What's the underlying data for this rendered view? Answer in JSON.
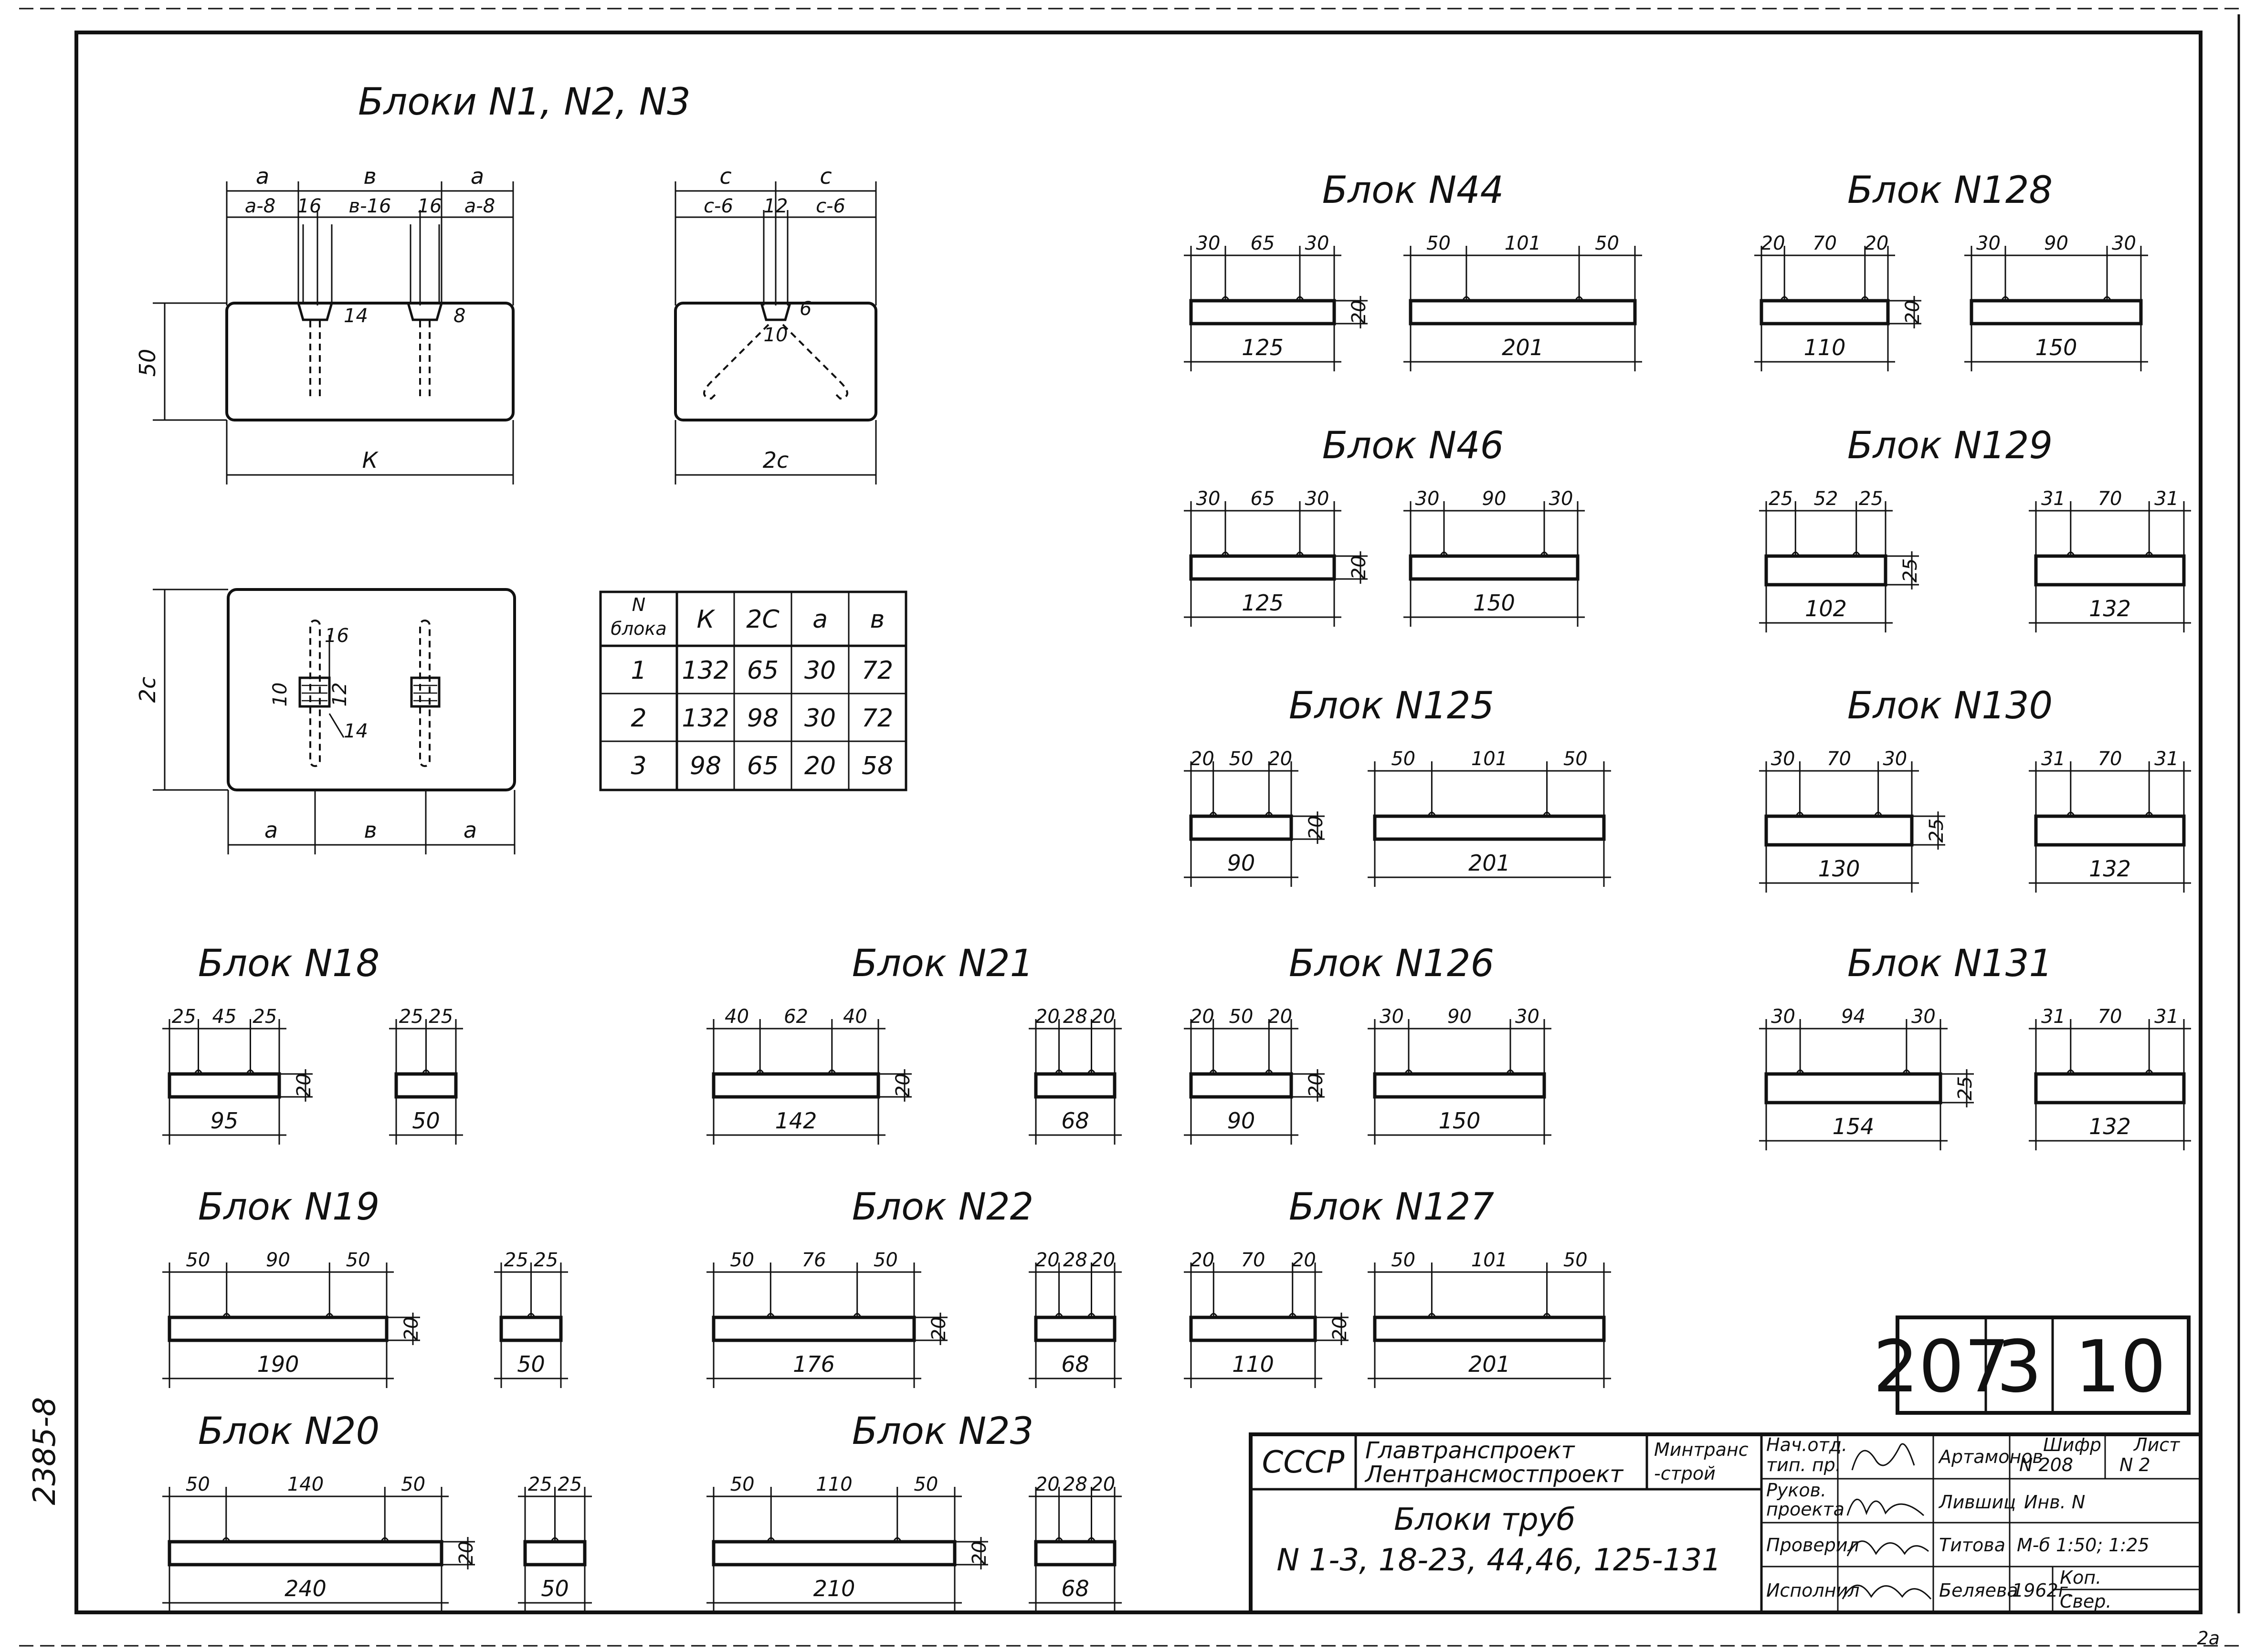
{
  "sheet": {
    "title": "Блоки N1, N2, N3",
    "side_number": "2385-8",
    "corner_mark": "2а"
  },
  "main_view": {
    "top_dims": [
      "а",
      "в",
      "а"
    ],
    "sub_dims": [
      "а-8",
      "16",
      "в-16",
      "16",
      "а-8"
    ],
    "height": "50",
    "length": "К",
    "slot_label": "14",
    "slot_depth": "8"
  },
  "side_view": {
    "top_dims": [
      "с",
      "с"
    ],
    "sub_dims": [
      "с-6",
      "12",
      "с-6"
    ],
    "slot_label": "10",
    "slot_depth": "6",
    "width": "2с"
  },
  "plan_view": {
    "depth": "2с",
    "bottom_dims": [
      "а",
      "в",
      "а"
    ],
    "labels": [
      "16",
      "10",
      "12",
      "14"
    ]
  },
  "block_table": {
    "header_1": "N",
    "header_1b": "блока",
    "columns": [
      "К",
      "2С",
      "а",
      "в"
    ],
    "rows": [
      [
        "1",
        "132",
        "65",
        "30",
        "72"
      ],
      [
        "2",
        "132",
        "98",
        "30",
        "72"
      ],
      [
        "3",
        "98",
        "65",
        "20",
        "58"
      ]
    ]
  },
  "blocks": [
    {
      "id": "b18",
      "title": "Блок N18",
      "views": [
        {
          "top": [
            "25",
            "45",
            "25"
          ],
          "bottom": "95",
          "height": "20"
        },
        {
          "top": [
            "25",
            "25"
          ],
          "bottom": "50",
          "height": ""
        }
      ]
    },
    {
      "id": "b19",
      "title": "Блок N19",
      "views": [
        {
          "top": [
            "50",
            "90",
            "50"
          ],
          "bottom": "190",
          "height": "20"
        },
        {
          "top": [
            "25",
            "25"
          ],
          "bottom": "50",
          "height": ""
        }
      ]
    },
    {
      "id": "b20",
      "title": "Блок N20",
      "views": [
        {
          "top": [
            "50",
            "140",
            "50"
          ],
          "bottom": "240",
          "height": "20"
        },
        {
          "top": [
            "25",
            "25"
          ],
          "bottom": "50",
          "height": ""
        }
      ]
    },
    {
      "id": "b21",
      "title": "Блок N21",
      "views": [
        {
          "top": [
            "40",
            "62",
            "40"
          ],
          "bottom": "142",
          "height": "20"
        },
        {
          "top": [
            "20",
            "28",
            "20"
          ],
          "bottom": "68",
          "height": ""
        }
      ]
    },
    {
      "id": "b22",
      "title": "Блок N22",
      "views": [
        {
          "top": [
            "50",
            "76",
            "50"
          ],
          "bottom": "176",
          "height": "20"
        },
        {
          "top": [
            "20",
            "28",
            "20"
          ],
          "bottom": "68",
          "height": ""
        }
      ]
    },
    {
      "id": "b23",
      "title": "Блок N23",
      "views": [
        {
          "top": [
            "50",
            "110",
            "50"
          ],
          "bottom": "210",
          "height": "20"
        },
        {
          "top": [
            "20",
            "28",
            "20"
          ],
          "bottom": "68",
          "height": ""
        }
      ]
    },
    {
      "id": "b44",
      "title": "Блок N44",
      "views": [
        {
          "top": [
            "30",
            "65",
            "30"
          ],
          "bottom": "125",
          "height": "20"
        },
        {
          "top": [
            "50",
            "101",
            "50"
          ],
          "bottom": "201",
          "height": ""
        }
      ]
    },
    {
      "id": "b46",
      "title": "Блок N46",
      "views": [
        {
          "top": [
            "30",
            "65",
            "30"
          ],
          "bottom": "125",
          "height": "20"
        },
        {
          "top": [
            "30",
            "90",
            "30"
          ],
          "bottom": "150",
          "height": ""
        }
      ]
    },
    {
      "id": "b125",
      "title": "Блок N125",
      "views": [
        {
          "top": [
            "20",
            "50",
            "20"
          ],
          "bottom": "90",
          "height": "20"
        },
        {
          "top": [
            "50",
            "101",
            "50"
          ],
          "bottom": "201",
          "height": ""
        }
      ]
    },
    {
      "id": "b126",
      "title": "Блок N126",
      "views": [
        {
          "top": [
            "20",
            "50",
            "20"
          ],
          "bottom": "90",
          "height": "20"
        },
        {
          "top": [
            "30",
            "90",
            "30"
          ],
          "bottom": "150",
          "height": ""
        }
      ]
    },
    {
      "id": "b127",
      "title": "Блок N127",
      "views": [
        {
          "top": [
            "20",
            "70",
            "20"
          ],
          "bottom": "110",
          "height": "20"
        },
        {
          "top": [
            "50",
            "101",
            "50"
          ],
          "bottom": "201",
          "height": ""
        }
      ]
    },
    {
      "id": "b128",
      "title": "Блок N128",
      "views": [
        {
          "top": [
            "20",
            "70",
            "20"
          ],
          "bottom": "110",
          "height": "20"
        },
        {
          "top": [
            "30",
            "90",
            "30"
          ],
          "bottom": "150",
          "height": ""
        }
      ]
    },
    {
      "id": "b129",
      "title": "Блок N129",
      "views": [
        {
          "top": [
            "25",
            "52",
            "25"
          ],
          "bottom": "102",
          "height": "25"
        },
        {
          "top": [
            "31",
            "70",
            "31"
          ],
          "bottom": "132",
          "height": ""
        }
      ]
    },
    {
      "id": "b130",
      "title": "Блок N130",
      "views": [
        {
          "top": [
            "30",
            "70",
            "30"
          ],
          "bottom": "130",
          "height": "25"
        },
        {
          "top": [
            "31",
            "70",
            "31"
          ],
          "bottom": "132",
          "height": ""
        }
      ]
    },
    {
      "id": "b131",
      "title": "Блок N131",
      "views": [
        {
          "top": [
            "30",
            "94",
            "30"
          ],
          "bottom": "154",
          "height": "25"
        },
        {
          "top": [
            "31",
            "70",
            "31"
          ],
          "bottom": "132",
          "height": ""
        }
      ]
    }
  ],
  "stamp": {
    "part1": "207",
    "part2": "3",
    "part3": "10"
  },
  "title_block": {
    "ussr": "СССР",
    "org1": "Главтранспроект",
    "org2": "Лентрансмостпроект",
    "ministry1": "Минтранс",
    "ministry2": "-строй",
    "doc_title": "Блоки труб",
    "doc_subtitle": "N 1-3, 18-23, 44,46, 125-131",
    "role1a": "Нач.отд.",
    "role1b": "тип. пр.",
    "name1": "Артамонов",
    "role2a": "Руков.",
    "role2b": "проекта",
    "name2": "Лившиц",
    "role3": "Проверил",
    "name3": "Титова",
    "role4": "Исполнил",
    "name4": "Беляева",
    "cipher_label": "Шифр",
    "cipher_value": "N 208",
    "sheet_label": "Лист",
    "sheet_value": "N 2",
    "inv_label": "Инв. N",
    "scale": "М-б 1:50; 1:25",
    "year": "1962г.",
    "copy_label": "Коп.",
    "check_label": "Свер."
  }
}
